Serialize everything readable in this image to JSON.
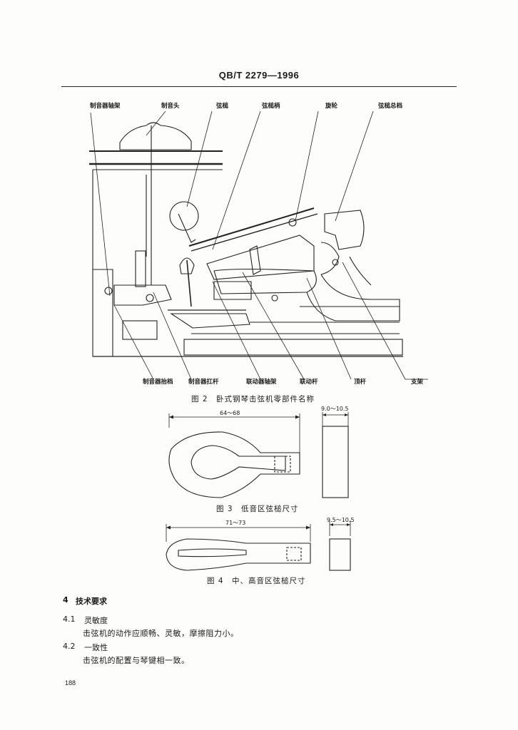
{
  "header": {
    "standard_code": "QB/T 2279—1996"
  },
  "figure2": {
    "top_labels": [
      "制音器轴架",
      "制音头",
      "弦槌",
      "弦槌柄",
      "旋轮",
      "弦槌总档"
    ],
    "bottom_labels": [
      "制音器抬档",
      "制音器扛杆",
      "联动器轴架",
      "联动杆",
      "顶杆",
      "支架"
    ],
    "caption": "图 2　卧式钢琴击弦机零部件名称"
  },
  "figure3": {
    "length_dim": "64～68",
    "width_dim": "9.0～10.5",
    "caption": "图 3　低音区弦槌尺寸"
  },
  "figure4": {
    "length_dim": "71～73",
    "width_dim": "9.5～10.5",
    "caption": "图 4　中、高音区弦槌尺寸"
  },
  "section4": {
    "heading_num": "4",
    "heading": "技术要求",
    "items": [
      {
        "num": "4.1",
        "title": "灵敏度",
        "body": "击弦机的动作应顺畅、灵敏，摩擦阻力小。"
      },
      {
        "num": "4.2",
        "title": "一致性",
        "body": "击弦机的配置与琴键相一致。"
      }
    ]
  },
  "footer": {
    "page_number": "188"
  }
}
